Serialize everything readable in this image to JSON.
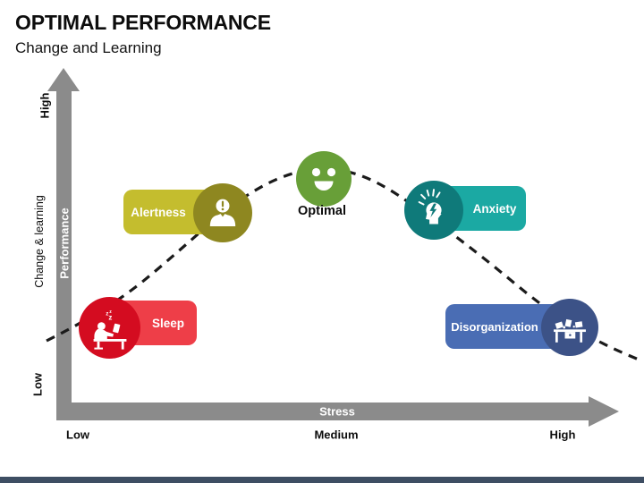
{
  "slide": {
    "title": "OPTIMAL PERFORMANCE",
    "subtitle": "Change and Learning"
  },
  "axes": {
    "y_axis": {
      "label": "Performance",
      "outer_label": "Change & learning",
      "max_label": "High",
      "min_label": "Low"
    },
    "x_axis": {
      "label": "Stress",
      "tick_labels": [
        "Low",
        "Medium",
        "High"
      ]
    }
  },
  "curve": {
    "style": "dashed",
    "color": "#1b1b1b"
  },
  "stages": [
    {
      "label": "Sleep",
      "icon": "sleeping-at-desk-icon",
      "colors": {
        "badge": "#EE3E48",
        "circle": "#D40C20"
      }
    },
    {
      "label": "Alertness",
      "icon": "alert-person-icon",
      "colors": {
        "badge": "#C4BD2E",
        "circle": "#8E8720"
      }
    },
    {
      "label": "Optimal",
      "icon": "smiley-face-icon",
      "colors": {
        "circle": "#689F38"
      }
    },
    {
      "label": "Anxiety",
      "icon": "stressed-head-icon",
      "colors": {
        "badge": "#1BA9A3",
        "circle": "#0F7A7A"
      }
    },
    {
      "label": "Disorganization",
      "icon": "messy-desk-icon",
      "colors": {
        "badge": "#4A6DB4",
        "circle": "#3C5287"
      }
    }
  ],
  "colors": {
    "axis": "#8B8B8B",
    "footer_bar": "#3E4E63",
    "background": "#FFFFFF"
  }
}
